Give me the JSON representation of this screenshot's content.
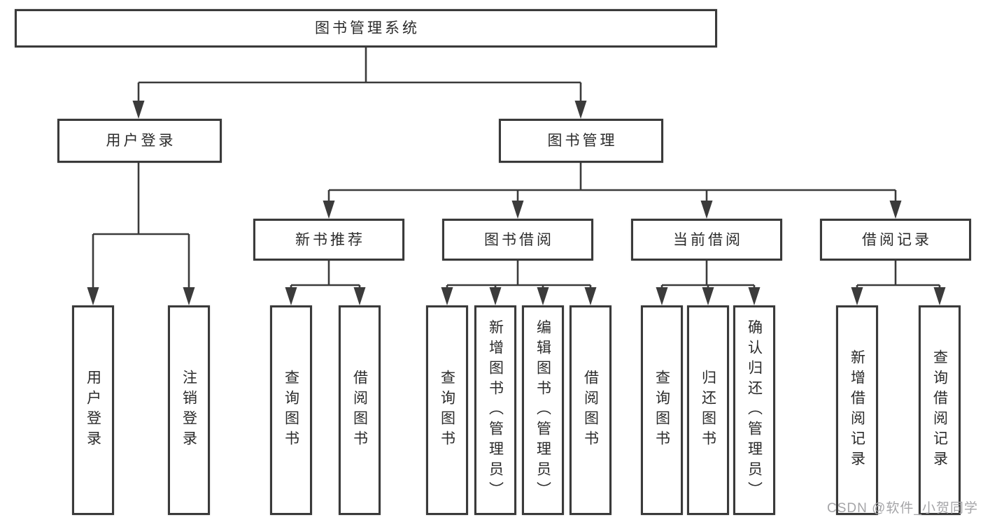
{
  "tree": {
    "label": "图书管理系统",
    "children": [
      {
        "label": "用户登录",
        "children": [
          {
            "label": "用户登录"
          },
          {
            "label": "注销登录"
          }
        ]
      },
      {
        "label": "图书管理",
        "children": [
          {
            "label": "新书推荐",
            "children": [
              {
                "label": "查询图书"
              },
              {
                "label": "借阅图书"
              }
            ]
          },
          {
            "label": "图书借阅",
            "children": [
              {
                "label": "查询图书"
              },
              {
                "label": "新增图书（管理员）"
              },
              {
                "label": "编辑图书（管理员）"
              },
              {
                "label": "借阅图书"
              }
            ]
          },
          {
            "label": "当前借阅",
            "children": [
              {
                "label": "查询图书"
              },
              {
                "label": "归还图书"
              },
              {
                "label": "确认归还（管理员）"
              }
            ]
          },
          {
            "label": "借阅记录",
            "children": [
              {
                "label": "新增借阅记录"
              },
              {
                "label": "查询借阅记录"
              }
            ]
          }
        ]
      }
    ]
  },
  "watermark": "CSDN @软件_小贺同学",
  "colors": {
    "line": "#3b3b3b",
    "box_border": "#3a3a3a",
    "box_fill": "#ffffff",
    "text": "#2b2b2b",
    "watermark": "#a5a5a8",
    "background": "#ffffff"
  }
}
